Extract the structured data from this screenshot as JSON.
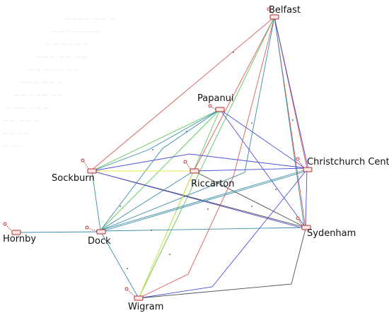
{
  "nodes": [
    {
      "id": "belfast",
      "label": "Belfast"
    },
    {
      "id": "papanui",
      "label": "Papanui"
    },
    {
      "id": "christchurch-central",
      "label": "Christchurch Central"
    },
    {
      "id": "sockburn",
      "label": "Sockburn"
    },
    {
      "id": "riccarton",
      "label": "Riccarton"
    },
    {
      "id": "hornby",
      "label": "Hornby"
    },
    {
      "id": "dock",
      "label": "Dock"
    },
    {
      "id": "sydenham",
      "label": "Sydenham"
    },
    {
      "id": "wigram",
      "label": "Wigram"
    }
  ],
  "colors": {
    "red": "#e05a5a",
    "blue": "#4a4fd8",
    "teal": "#3a8ea8",
    "green": "#5cc85c",
    "yellow": "#e8e84a",
    "dark": "#505050",
    "node_stroke": "#b03030"
  }
}
